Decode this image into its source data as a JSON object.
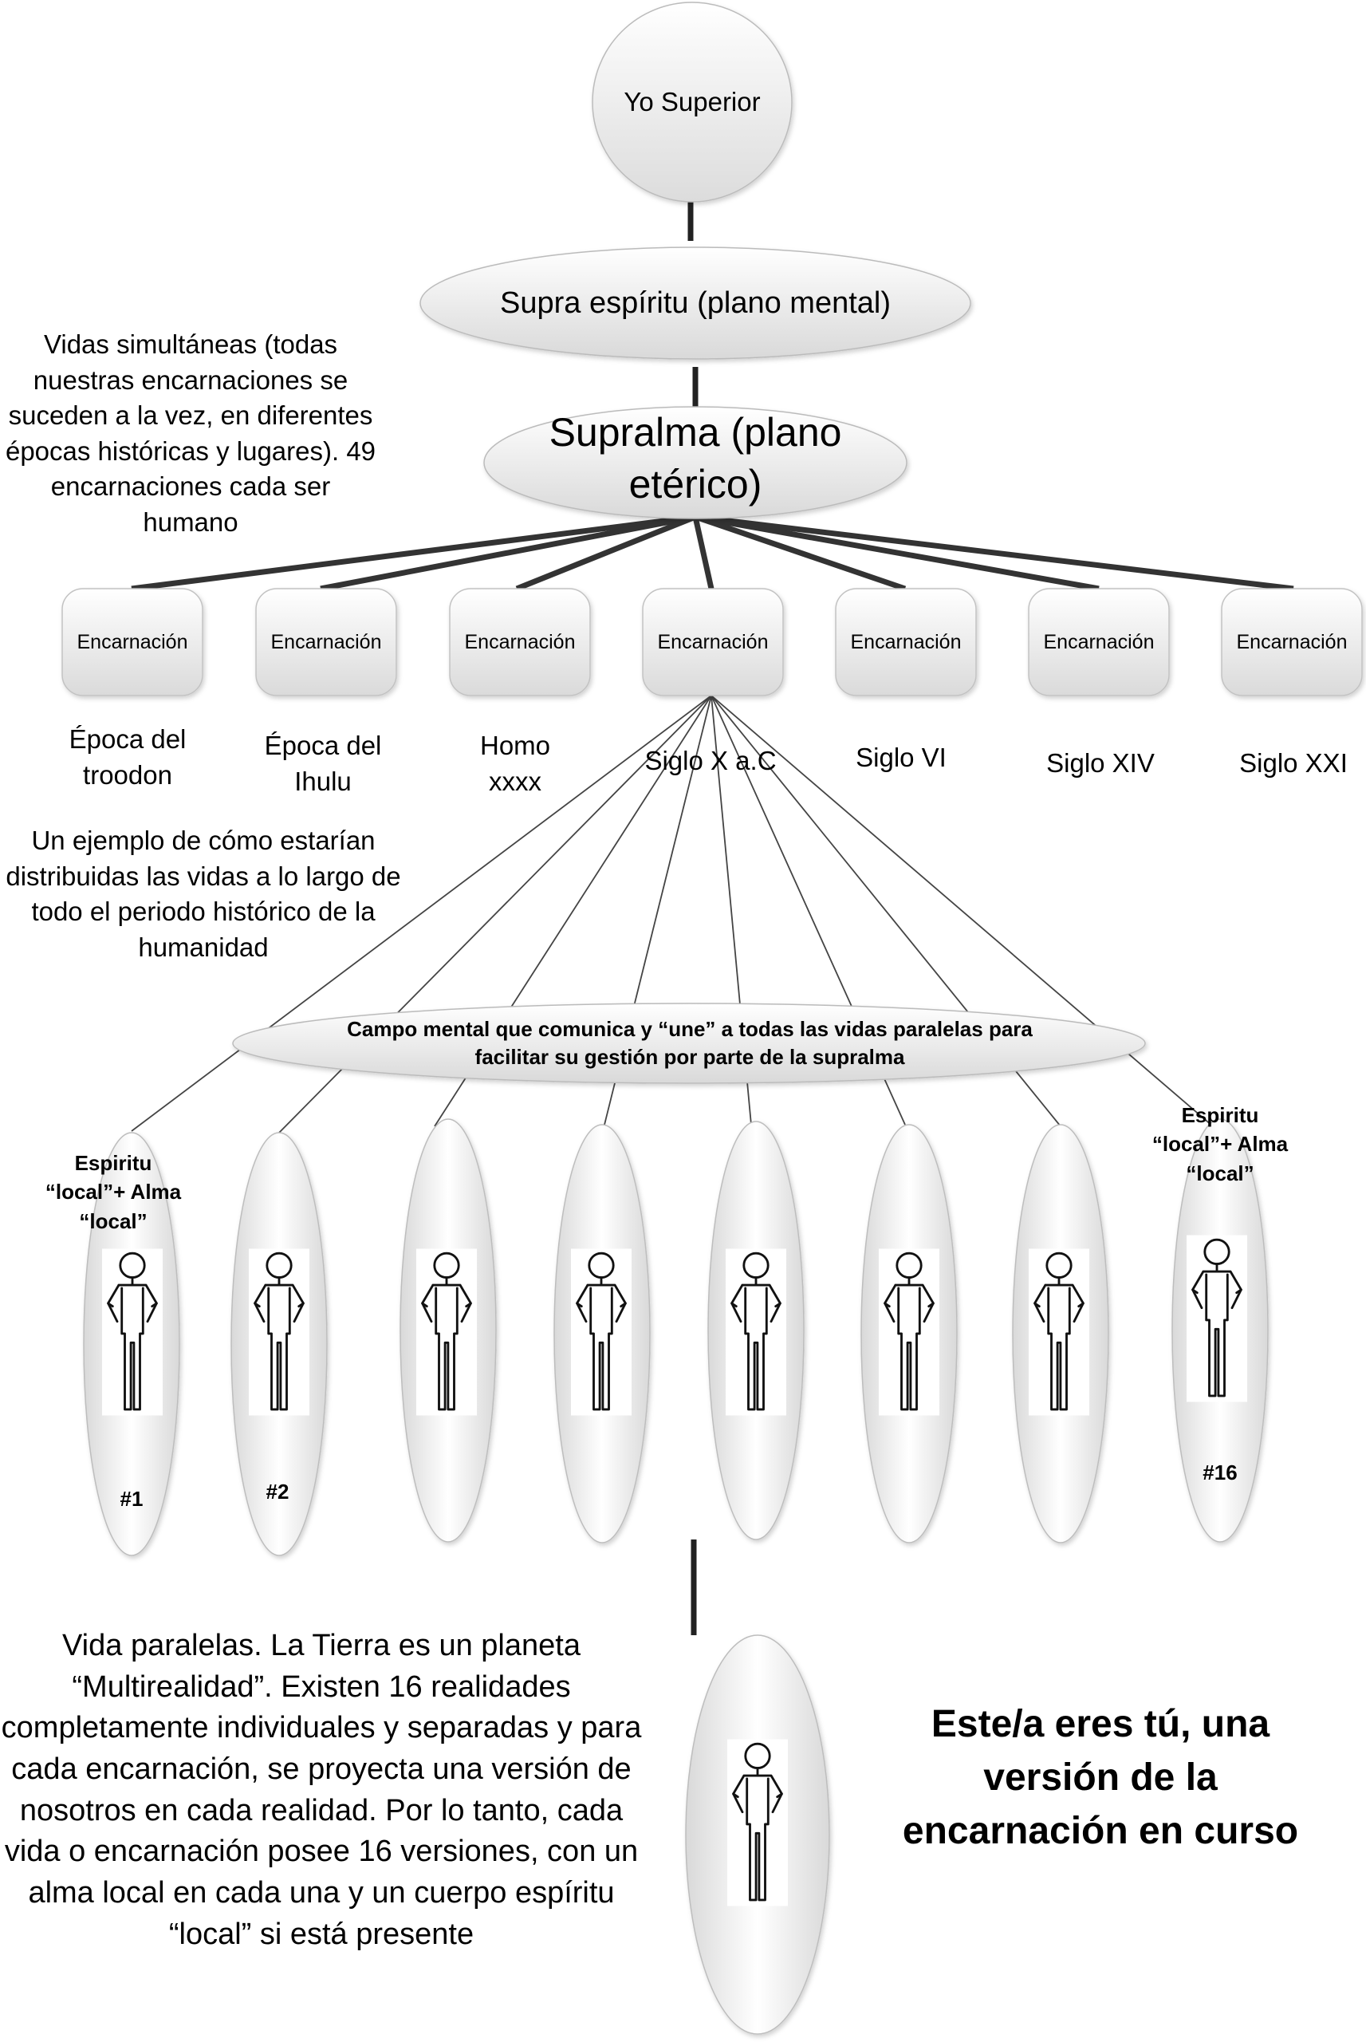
{
  "top": {
    "yo_superior": "Yo Superior",
    "supra_espiritu": "Supra espíritu (plano mental)",
    "supralma": "Supralma (plano etérico)"
  },
  "notes": {
    "simultaneous": "Vidas simultáneas (todas nuestras encarnaciones se suceden a la vez, en diferentes épocas históricas y lugares).  49 encarnaciones cada ser humano",
    "example": "Un ejemplo de cómo estarían distribuidas las vidas a lo largo de todo el periodo histórico de la humanidad",
    "parallel": "Vida paralelas. La Tierra es un planeta “Multirealidad”. Existen 16 realidades completamente individuales y separadas y para cada encarnación, se proyecta una versión de nosotros en cada realidad. Por lo tanto, cada vida o encarnación posee 16 versiones, con un alma local en cada una y un cuerpo espíritu “local” si está presente",
    "you": "Este/a eres tú, una versión de la encarnación en curso"
  },
  "incarnations": [
    {
      "label": "Encarnación",
      "era": "Época del troodon"
    },
    {
      "label": "Encarnación",
      "era": "Época del Ihulu"
    },
    {
      "label": "Encarnación",
      "era": "Homo xxxx"
    },
    {
      "label": "Encarnación",
      "era": "Siglo X a.C"
    },
    {
      "label": "Encarnación",
      "era": "Siglo VI"
    },
    {
      "label": "Encarnación",
      "era": "Siglo XIV"
    },
    {
      "label": "Encarnación",
      "era": "Siglo XXI"
    }
  ],
  "mental_field": "Campo mental que comunica y “une” a todas las vidas paralelas para facilitar su gestión por parte de la supralma",
  "versions": {
    "left_label": "Espiritu “local”+ Alma “local”",
    "right_label": "Espiritu “local”+ Alma “local”",
    "first_number": "#1",
    "second_number": "#2",
    "last_number": "#16"
  },
  "colors": {
    "line": "#222222",
    "shape_fill_light": "#ffffff",
    "shape_fill_dark": "#d9d9d9",
    "shape_stroke": "#c8c8c8"
  }
}
